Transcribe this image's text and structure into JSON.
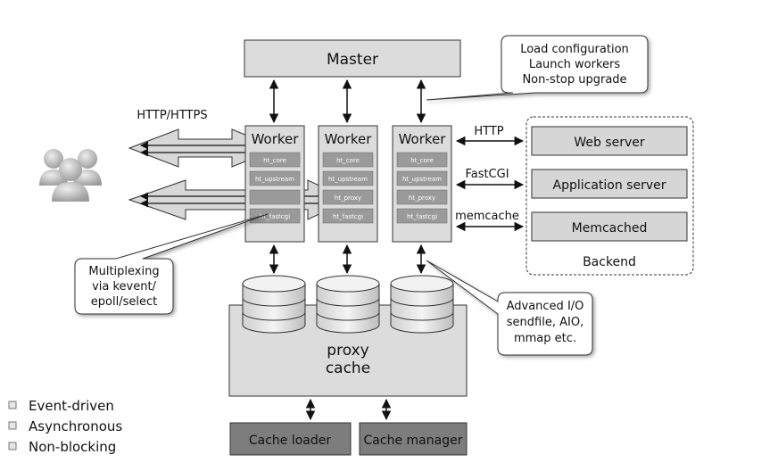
{
  "master": {
    "label": "Master"
  },
  "callout_master": {
    "line1": "Load configuration",
    "line2": "Launch workers",
    "line3": "Non-stop upgrade"
  },
  "client_protocol": "HTTP/HTTPS",
  "workers": [
    {
      "label": "Worker",
      "modules": [
        "ht_core",
        "ht_upstream",
        "",
        "ht_fastcgi"
      ]
    },
    {
      "label": "Worker",
      "modules": [
        "ht_core",
        "ht_upstream",
        "ht_proxy",
        "ht_fastcgi"
      ]
    },
    {
      "label": "Worker",
      "modules": [
        "ht_core",
        "ht_upstream",
        "ht_proxy",
        "ht_fastcgi"
      ]
    }
  ],
  "protocols": [
    "HTTP",
    "FastCGI",
    "memcache"
  ],
  "backend": {
    "title": "Backend",
    "items": [
      "Web server",
      "Application server",
      "Memcached"
    ]
  },
  "callout_multiplex": {
    "line1": "Multiplexing",
    "line2": "via kevent/",
    "line3": "epoll/select"
  },
  "callout_io": {
    "line1": "Advanced I/O",
    "line2": "sendfile, AIO,",
    "line3": "mmap etc."
  },
  "proxy_cache": {
    "line1": "proxy",
    "line2": "cache"
  },
  "cache_loader": "Cache loader",
  "cache_manager": "Cache manager",
  "legend": [
    "Event-driven",
    "Asynchronous",
    "Non-blocking"
  ]
}
